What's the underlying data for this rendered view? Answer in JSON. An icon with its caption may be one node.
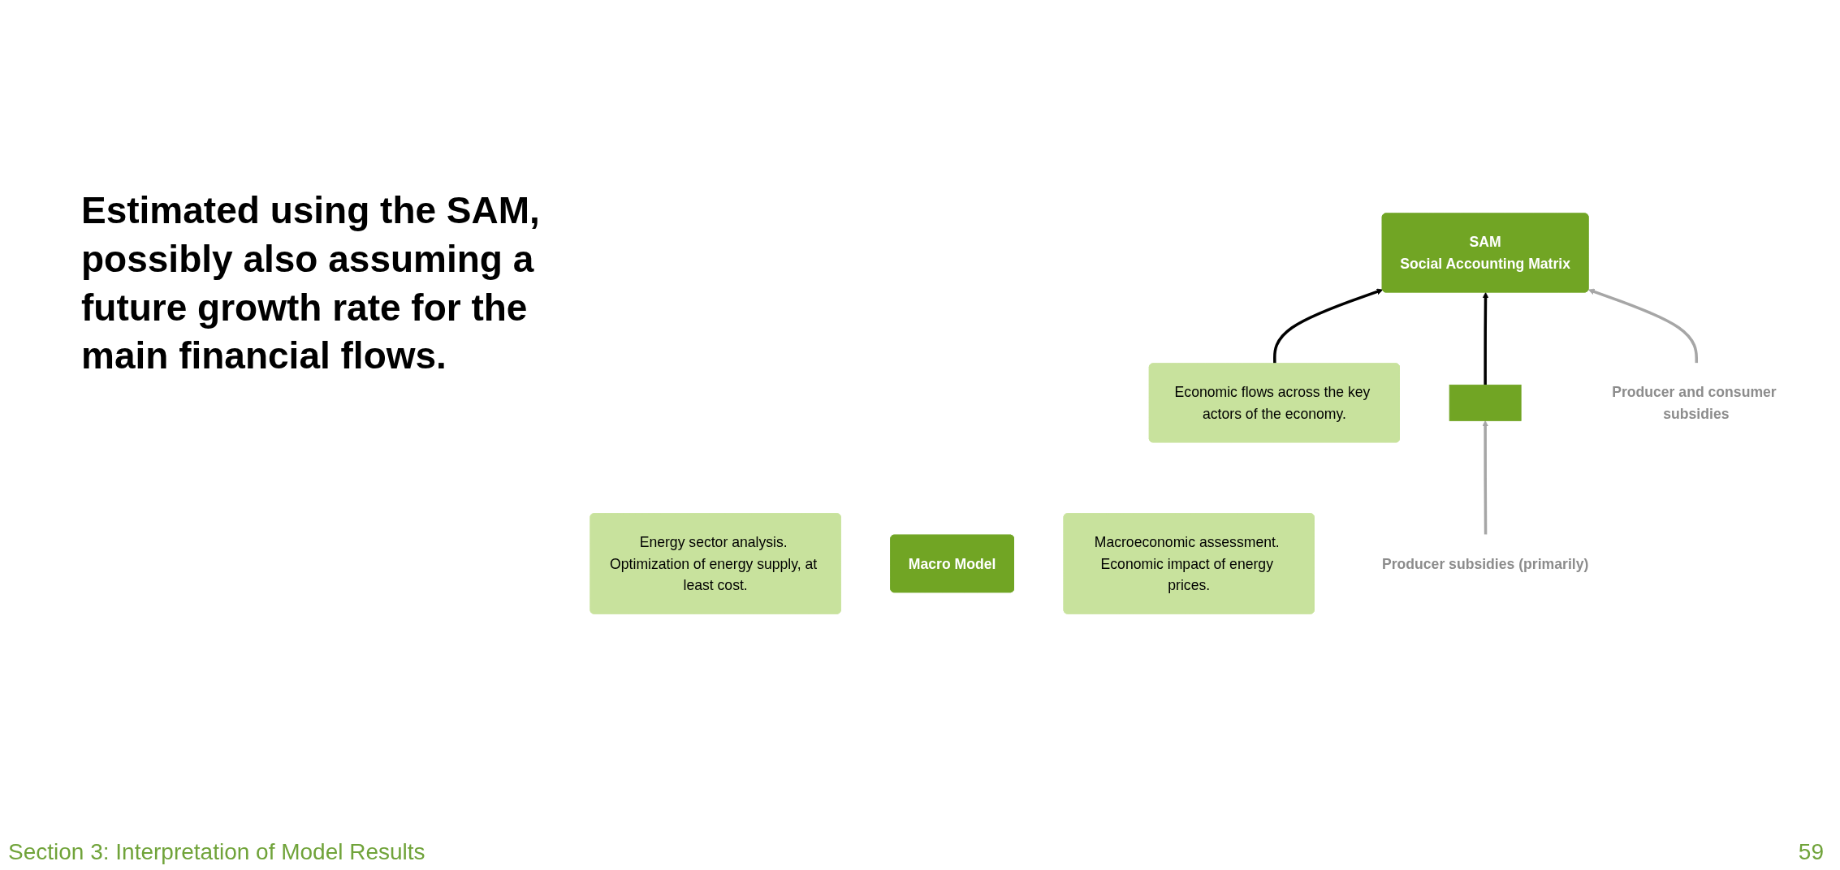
{
  "diagram": {
    "nodes": [
      {
        "text": [
          "Economic flows across the key actors of the economy."
        ]
      },
      {
        "text": [
          "SAM",
          "Social Accounting Matrix"
        ]
      },
      {
        "text": [
          "Producer and consumer subsidies"
        ]
      },
      {
        "text": [
          "Energy sector analysis. Optimization of energy supply, at least cost."
        ]
      },
      {
        "text": [],
        "shape": "box"
      },
      {
        "text": [
          "Macro Model"
        ]
      },
      {
        "text": [
          "Macroeconomic assessment. Economic impact of energy prices."
        ]
      },
      {
        "text": [
          "Producer subsidies (primarily)"
        ]
      }
    ],
    "edges": [
      {
        "from": 0,
        "to": 1,
        "arrow": "to",
        "color": "#000000"
      },
      {
        "from": 4,
        "to": 1,
        "arrow": "to",
        "color": "#000000"
      },
      {
        "from": 2,
        "to": 1,
        "arrow": "to",
        "color": "#a6a6a6"
      },
      {
        "from": 7,
        "to": 4,
        "arrow": "to",
        "color": "#a6a6a6"
      }
    ],
    "labels": [
      "Estimated using the SAM, possibly also assuming a future growth rate for the main financial flows.",
      "Section 3: Interpretation of Model Results",
      "59"
    ]
  }
}
